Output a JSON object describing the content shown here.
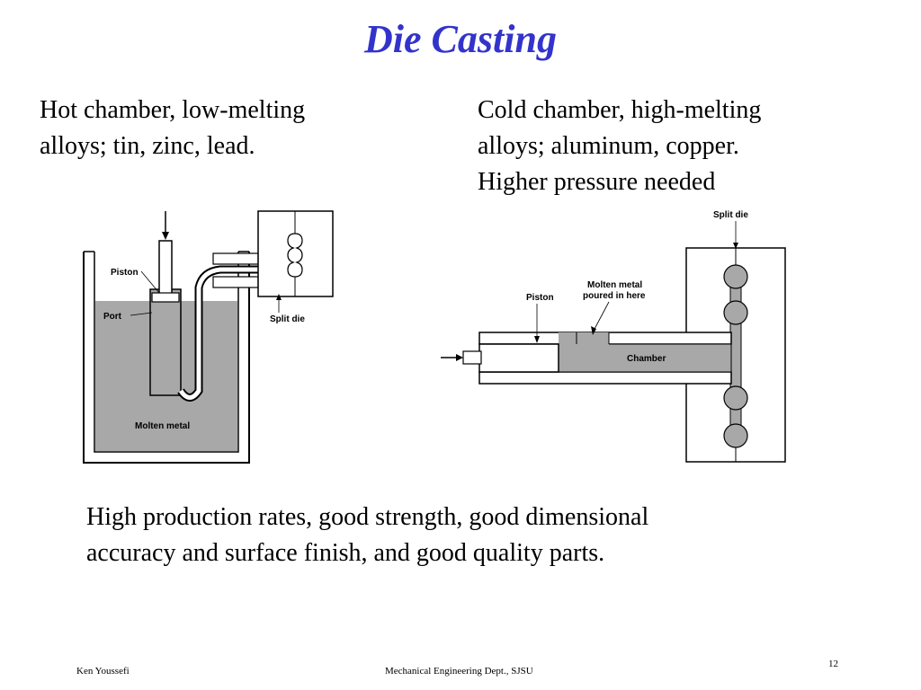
{
  "slide": {
    "title": "Die Casting",
    "left_text": [
      "Hot chamber, low-melting",
      "alloys; tin, zinc, lead."
    ],
    "right_text": [
      "Cold chamber, high-melting",
      "alloys; aluminum, copper.",
      "Higher pressure needed"
    ],
    "bottom_text": [
      "High production rates, good strength, good dimensional",
      "accuracy and surface finish, and good quality parts."
    ],
    "footer_author": "Ken Youssefi",
    "footer_dept": "Mechanical Engineering Dept., SJSU",
    "page_number": "12"
  },
  "hot_diagram": {
    "labels": {
      "piston": "Piston",
      "port": "Port",
      "split_die": "Split die",
      "molten_metal": "Molten metal"
    }
  },
  "cold_diagram": {
    "labels": {
      "split_die": "Split die",
      "molten_line1": "Molten metal",
      "molten_line2": "poured in here",
      "piston": "Piston",
      "chamber": "Chamber"
    }
  },
  "colors": {
    "title": "#3333cc",
    "metal": "#a8a8a8"
  }
}
